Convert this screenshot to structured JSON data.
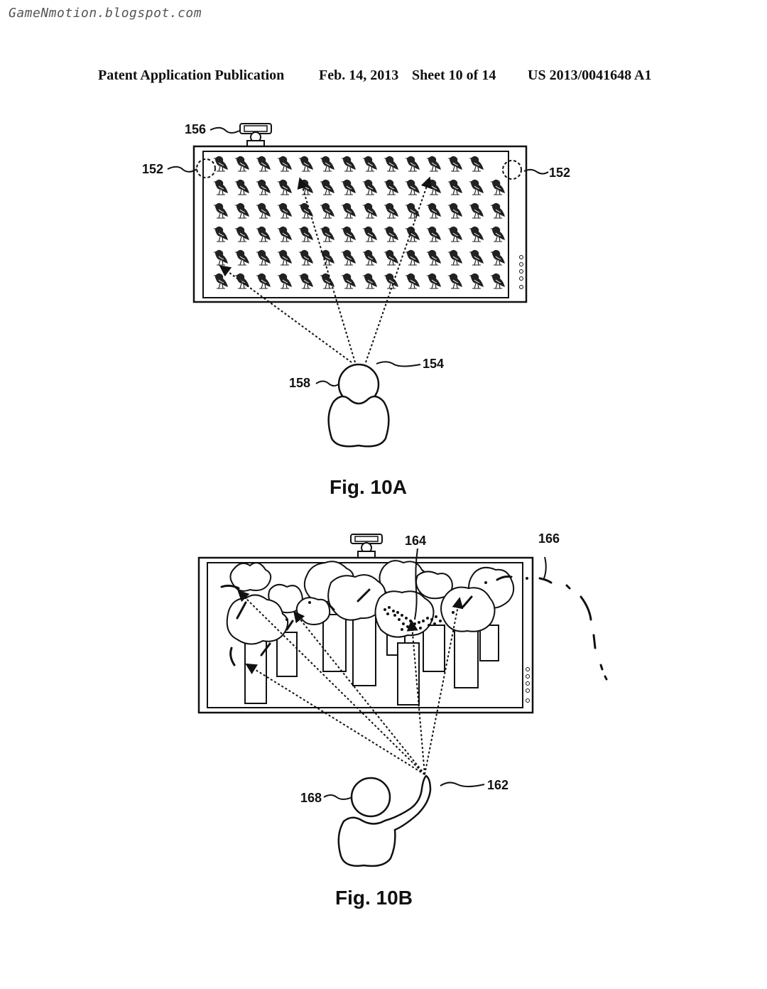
{
  "watermark": "GameNmotion.blogspot.com",
  "header": {
    "publication": "Patent Application Publication",
    "date": "Feb. 14, 2013",
    "sheet": "Sheet 10 of 14",
    "number": "US 2013/0041648 A1"
  },
  "figure_a": {
    "caption": "Fig. 10A",
    "labels": {
      "camera": "156",
      "corner_left": "152",
      "corner_right": "152",
      "head": "154",
      "user": "158"
    },
    "icons": [
      "camera-icon",
      "bird-icon",
      "user-icon"
    ]
  },
  "figure_b": {
    "caption": "Fig. 10B",
    "labels": {
      "target": "164",
      "trajectory": "166",
      "hand": "162",
      "user": "168"
    },
    "icons": [
      "camera-icon",
      "tree-icon",
      "user-pointing-icon"
    ]
  }
}
